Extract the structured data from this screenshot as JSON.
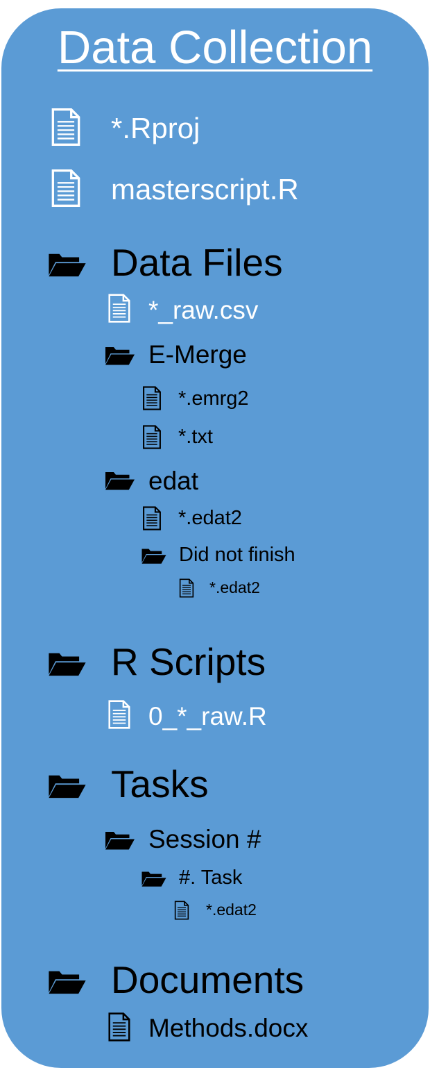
{
  "title": "Data Collection",
  "colors": {
    "panel": "#5b9bd5",
    "white_text": "#ffffff",
    "black_text": "#000000"
  },
  "tree": {
    "rproj": {
      "label": "*.Rproj",
      "icon": "file-icon"
    },
    "masterscript": {
      "label": "masterscript.R",
      "icon": "file-icon"
    },
    "data_files": {
      "label": "Data Files",
      "icon": "folder-open-icon",
      "raw_csv": {
        "label": "*_raw.csv",
        "icon": "file-icon"
      },
      "emerge": {
        "label": "E-Merge",
        "icon": "folder-open-icon",
        "emrg2": {
          "label": "*.emrg2",
          "icon": "file-icon"
        },
        "txt": {
          "label": "*.txt",
          "icon": "file-icon"
        }
      },
      "edat": {
        "label": "edat",
        "icon": "folder-open-icon",
        "edat2": {
          "label": "*.edat2",
          "icon": "file-icon"
        },
        "did_not_finish": {
          "label": "Did not finish",
          "icon": "folder-open-icon",
          "edat2": {
            "label": "*.edat2",
            "icon": "file-icon"
          }
        }
      }
    },
    "r_scripts": {
      "label": "R Scripts",
      "icon": "folder-open-icon",
      "raw_r": {
        "label": "0_*_raw.R",
        "icon": "file-icon"
      }
    },
    "tasks": {
      "label": "Tasks",
      "icon": "folder-open-icon",
      "session": {
        "label": "Session #",
        "icon": "folder-open-icon",
        "task": {
          "label": "#. Task",
          "icon": "folder-open-icon",
          "edat2": {
            "label": "*.edat2",
            "icon": "file-icon"
          }
        }
      }
    },
    "documents": {
      "label": "Documents",
      "icon": "folder-open-icon",
      "methods": {
        "label": "Methods.docx",
        "icon": "file-icon"
      }
    }
  }
}
